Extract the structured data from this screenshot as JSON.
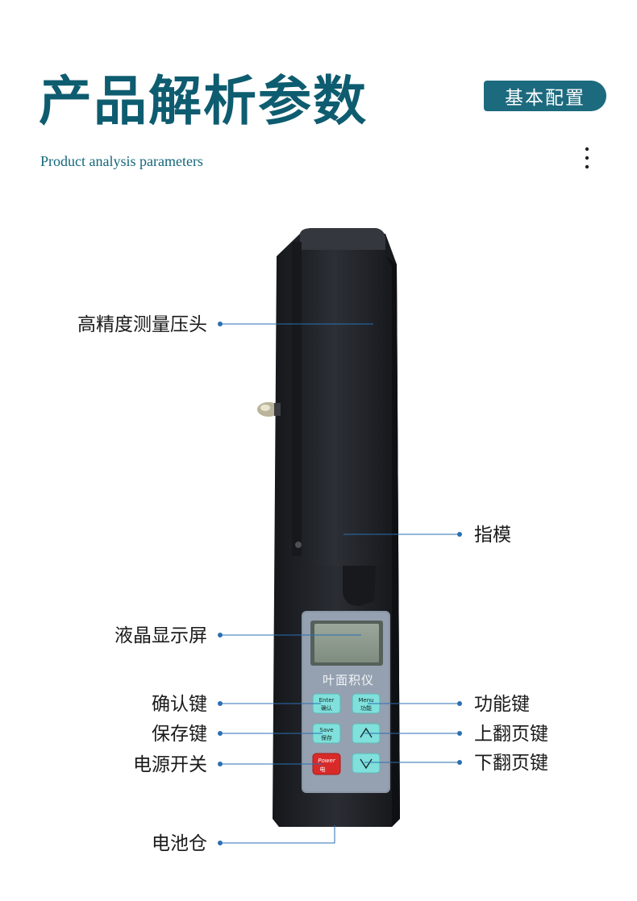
{
  "header": {
    "title": "产品解析参数",
    "subtitle": "Product analysis parameters",
    "badge": "基本配置"
  },
  "device": {
    "name": "叶面积仪",
    "keys": {
      "enter_en": "Enter",
      "enter_cn": "确认",
      "menu_en": "Menu",
      "menu_cn": "功能",
      "save_en": "Save",
      "save_cn": "保存",
      "power_en": "Power",
      "power_cn": "电"
    }
  },
  "callouts": {
    "probe": "高精度测量压头",
    "finger_mold": "指模",
    "lcd": "液晶显示屏",
    "confirm_key": "确认键",
    "function_key": "功能键",
    "save_key": "保存键",
    "page_up_key": "上翻页键",
    "power_switch": "电源开关",
    "page_down_key": "下翻页键",
    "battery": "电池仓"
  },
  "colors": {
    "title": "#0e5c70",
    "badge_bg": "#1c6a7e",
    "leader_line": "#2b6fb3",
    "device_body": "#1b1d22",
    "keypad_panel": "#8b97a6",
    "key_cyan": "#7fe0dc",
    "power_red": "#d92a2a"
  }
}
